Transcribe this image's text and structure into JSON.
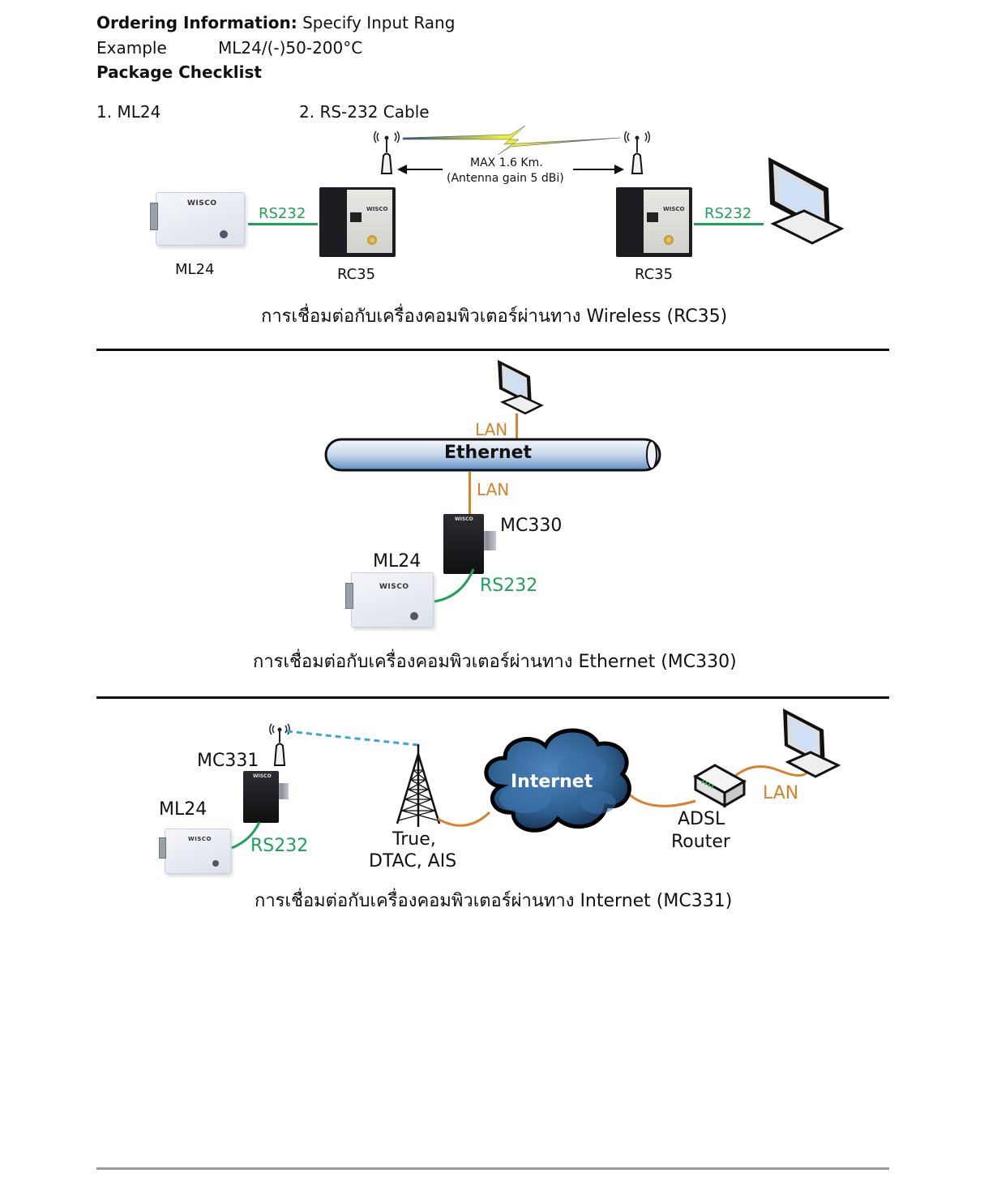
{
  "ordering": {
    "label": "Ordering Information:",
    "value": "Specify Input Rang"
  },
  "example": {
    "label": "Example",
    "value": "ML24/(-)50-200°C"
  },
  "package": {
    "title": "Package Checklist",
    "items": [
      "1. ML24",
      "2. RS-232 Cable"
    ]
  },
  "wireless": {
    "distance_line1": "MAX 1.6 Km.",
    "distance_line2": "(Antenna gain 5 dBi)",
    "link_left": "RS232",
    "link_right": "RS232",
    "device_ml24": "ML24",
    "device_rc35_left": "RC35",
    "device_rc35_right": "RC35",
    "caption": "การเชื่อมต่อกับเครื่องคอมพิวเตอร์ผ่านทาง Wireless (RC35)"
  },
  "ethernet": {
    "bus_label": "Ethernet",
    "lan_top": "LAN",
    "lan_bottom": "LAN",
    "device_mc330": "MC330",
    "device_ml24": "ML24",
    "link": "RS232",
    "caption": "การเชื่อมต่อกับเครื่องคอมพิวเตอร์ผ่านทาง Ethernet (MC330)"
  },
  "internet": {
    "device_mc331": "MC331",
    "device_ml24": "ML24",
    "link": "RS232",
    "carrier_line1": "True,",
    "carrier_line2": "DTAC, AIS",
    "cloud_label": "Internet",
    "router_line1": "ADSL",
    "router_line2": "Router",
    "lan": "LAN",
    "caption": "การเชื่อมต่อกับเครื่องคอมพิวเตอร์ผ่านทาง Internet (MC331)"
  },
  "colors": {
    "rs232_green": "#1fa257",
    "lan_orange": "#d9812b",
    "wireless_dash_blue": "#3aa6d8",
    "cloud_blue": "#2e5f8e"
  }
}
